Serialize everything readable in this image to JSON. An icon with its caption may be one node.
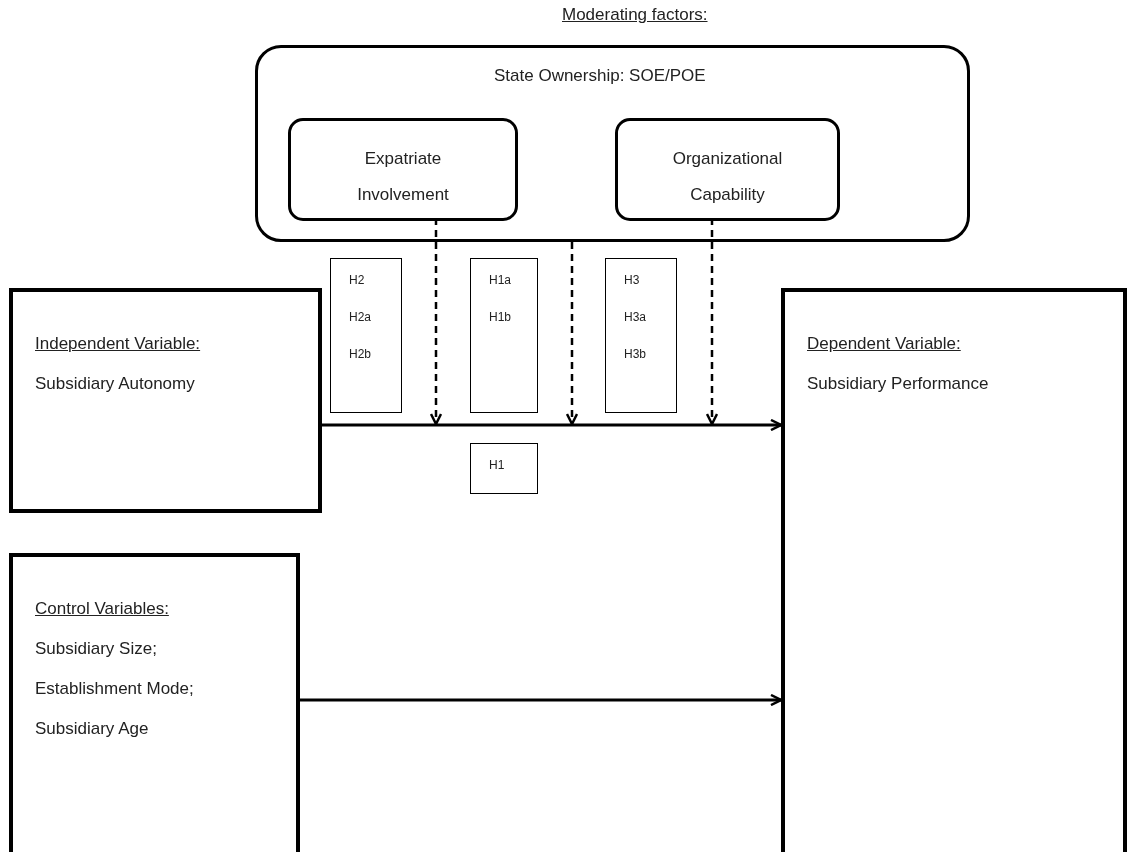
{
  "diagram": {
    "nodes": [
      {
        "text": [
          "Moderating factors:",
          "State Ownership: SOE/POE"
        ]
      },
      {
        "text": [
          "Expatriate Involvement"
        ],
        "in": 0
      },
      {
        "text": [
          "Organizational Capability"
        ],
        "in": 0
      },
      {
        "text": [
          "H2",
          "H2a",
          "H2b"
        ]
      },
      {
        "text": [
          "H1a",
          "H1b"
        ]
      },
      {
        "text": [
          "H3",
          "H3a",
          "H3b"
        ]
      },
      {
        "text": [
          "Independent Variable:",
          "Subsidiary Autonomy"
        ]
      },
      {
        "text": [
          "H1"
        ]
      },
      {
        "text": [
          "Dependent Variable:",
          "Subsidiary Performance"
        ]
      },
      {
        "text": [
          "Control Variables:",
          "Subsidiary Size;",
          "Establishment Mode;",
          "Subsidiary Age"
        ]
      }
    ],
    "edges": [
      {
        "from": 6,
        "to": 8,
        "arrow": "to"
      },
      {
        "from": 9,
        "to": 8,
        "arrow": "to"
      },
      {
        "from": 1,
        "to": null,
        "arrow": "to",
        "style": "dashed"
      },
      {
        "from": 0,
        "to": null,
        "arrow": "to",
        "style": "dashed"
      },
      {
        "from": 2,
        "to": null,
        "arrow": "to",
        "style": "dashed"
      }
    ]
  }
}
